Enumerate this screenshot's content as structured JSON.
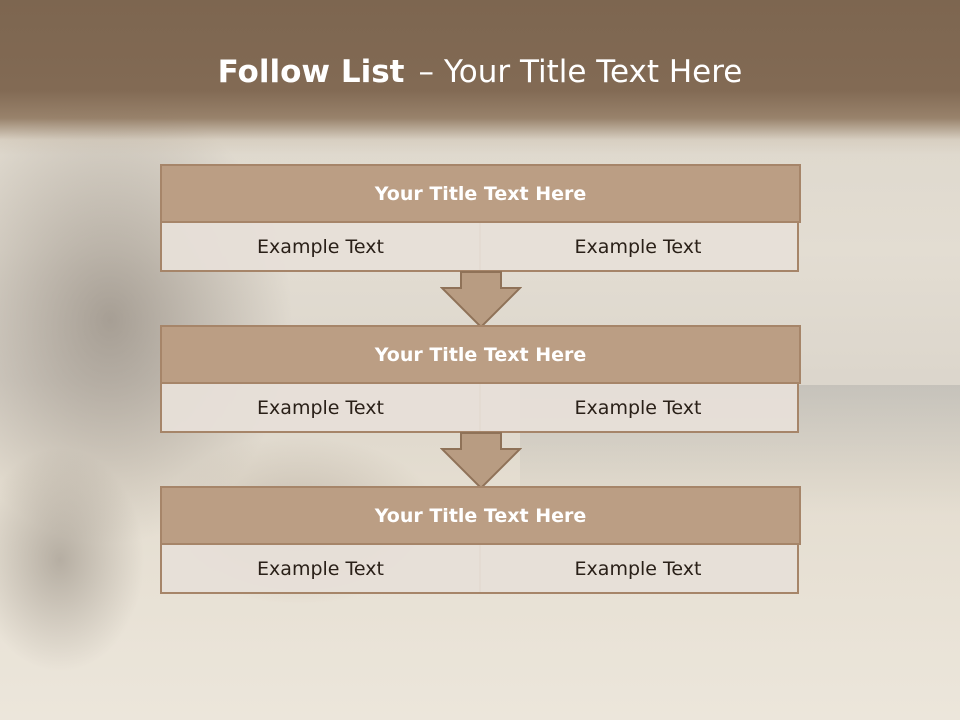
{
  "slide": {
    "title_bold": "Follow List",
    "title_separator": "–",
    "title_rest": "Your Title Text Here"
  },
  "blocks": [
    {
      "title": "Your Title Text Here",
      "left_text": "Example Text",
      "right_text": "Example Text"
    },
    {
      "title": "Your Title Text Here",
      "left_text": "Example Text",
      "right_text": "Example Text"
    },
    {
      "title": "Your Title Text Here",
      "left_text": "Example Text",
      "right_text": "Example Text"
    }
  ],
  "colors": {
    "header_bar": "#7d6650",
    "block_title_fill": "#bb9e84",
    "block_border": "#a68569",
    "cell_fill": "#e7dfd8",
    "arrow_fill": "#b89c82"
  },
  "icons": {
    "connector": "down-arrow-icon"
  }
}
